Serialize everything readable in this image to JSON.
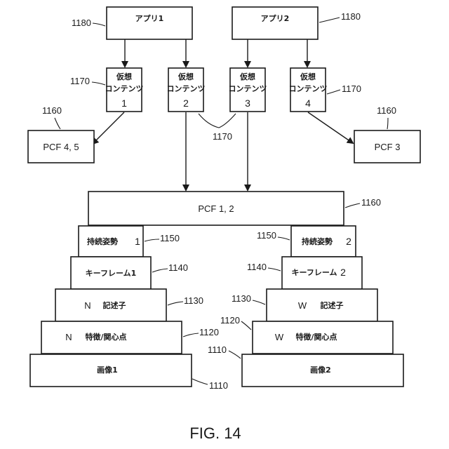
{
  "apps": [
    "アプリ1",
    "アプリ2"
  ],
  "virtual_content": {
    "label_line1": "仮想",
    "label_line2": "コンテンツ",
    "numbers": [
      "1",
      "2",
      "3",
      "4"
    ]
  },
  "pcf_boxes": [
    "PCF 4, 5",
    "PCF 3",
    "PCF 1, 2"
  ],
  "left_stack": {
    "persistent_pose": "持続姿勢",
    "persistent_pose_num": "1",
    "keyframe": "キーフレーム1",
    "descriptor_n": "N",
    "descriptor_label": "記述子",
    "feature_n": "N",
    "feature_label": "特徴/関心点",
    "image": "画像1"
  },
  "right_stack": {
    "persistent_pose": "持続姿勢",
    "persistent_pose_num": "2",
    "keyframe": "キーフレーム",
    "keyframe_num": "2",
    "descriptor_n": "W",
    "descriptor_label": "記述子",
    "feature_n": "W",
    "feature_label": "特徴/関心点",
    "image": "画像2"
  },
  "refs": {
    "app_left": "1180",
    "app_right": "1180",
    "vc_left": "1170",
    "vc_right": "1170",
    "vc_middle": "1170",
    "pcf_left": "1160",
    "pcf_right": "1160",
    "pcf_main": "1160",
    "pose_left": "1150",
    "pose_right": "1150",
    "keyframe_left": "1140",
    "keyframe_right": "1140",
    "descriptor_left": "1130",
    "descriptor_right": "1130",
    "feature_left": "1120",
    "feature_right": "1120",
    "image_left": "1110",
    "image_right": "1110"
  },
  "figure_caption": "FIG. 14"
}
